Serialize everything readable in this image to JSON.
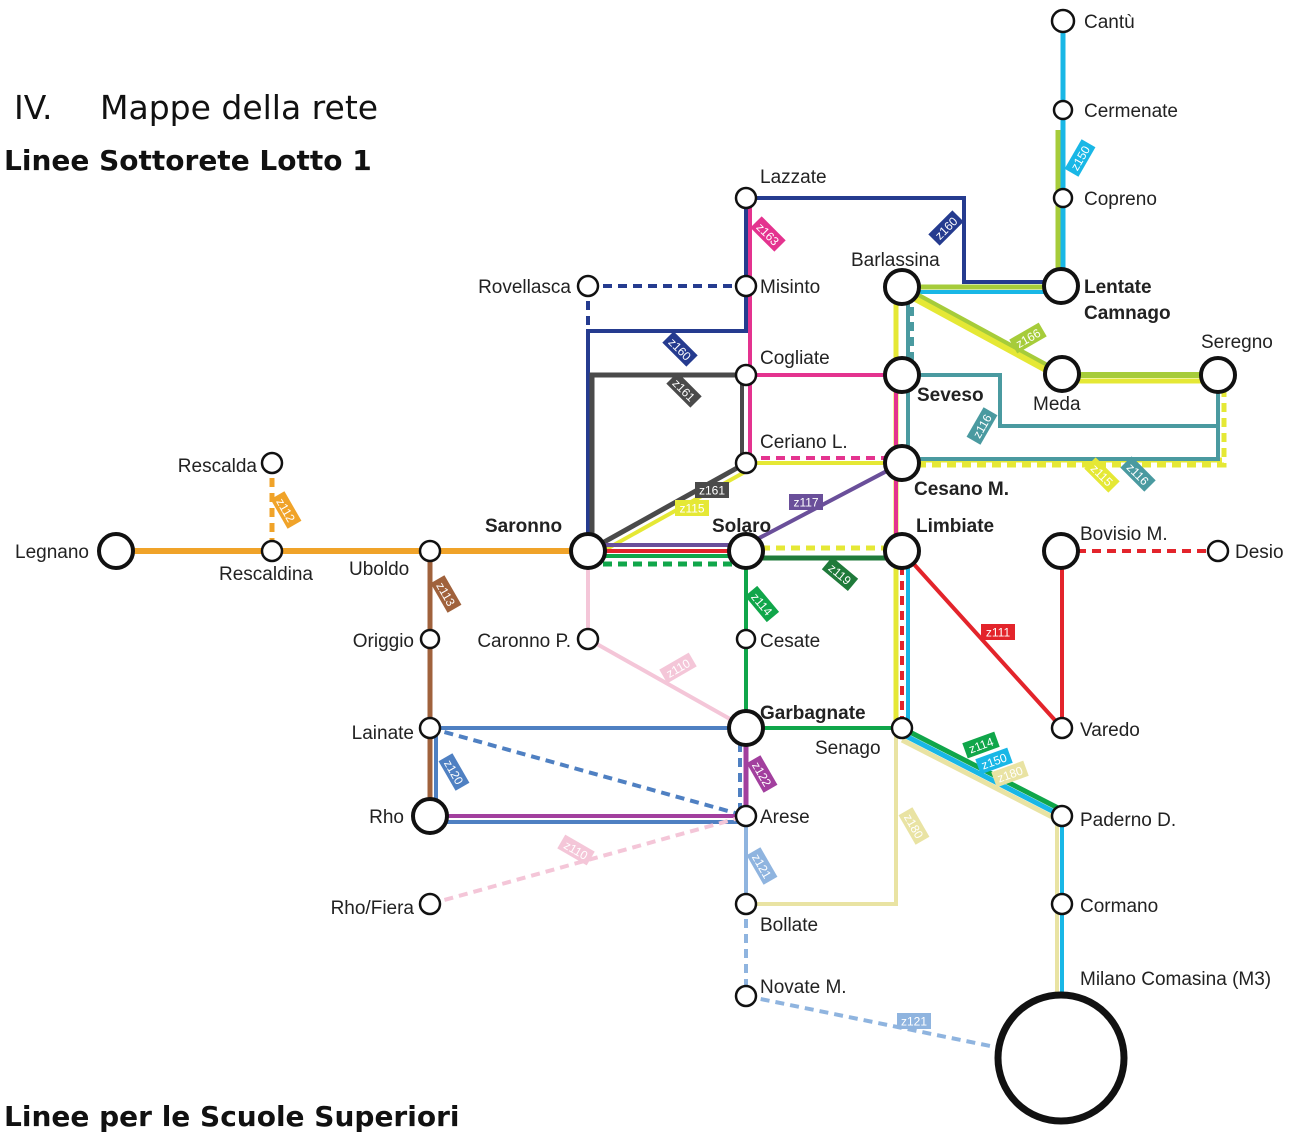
{
  "document": {
    "section_number": "IV.",
    "section_title": "Mappe della rete",
    "map_heading": "Linee Sottorete Lotto 1",
    "next_heading": "Linee per le Scuole Superiori"
  },
  "colors": {
    "z110": "#f4c6d8",
    "z111": "#e3242b",
    "z112": "#f0a329",
    "z113": "#a0623c",
    "z114": "#10a64a",
    "z115": "#e5e835",
    "z116": "#4a9aa0",
    "z117": "#6a4f9a",
    "z119": "#1f7a3a",
    "z120": "#4f80c2",
    "z121": "#8fb4df",
    "z122": "#a23f9e",
    "z150": "#19b7e6",
    "z160": "#253b8f",
    "z161": "#4a4a4a",
    "z163": "#e4338f",
    "z166": "#a6cc3a",
    "z180": "#e9e3a3",
    "station_stroke": "#111111"
  },
  "stations": [
    {
      "key": "cantu",
      "name": "Cantù"
    },
    {
      "key": "cermenate",
      "name": "Cermenate"
    },
    {
      "key": "copreno",
      "name": "Copreno"
    },
    {
      "key": "lazzate",
      "name": "Lazzate"
    },
    {
      "key": "barlassina",
      "name": "Barlassina"
    },
    {
      "key": "lentate",
      "name": "Lentate Camnago"
    },
    {
      "key": "rovellasca",
      "name": "Rovellasca"
    },
    {
      "key": "misinto",
      "name": "Misinto"
    },
    {
      "key": "cogliate",
      "name": "Cogliate"
    },
    {
      "key": "seveso",
      "name": "Seveso"
    },
    {
      "key": "meda",
      "name": "Meda"
    },
    {
      "key": "seregno",
      "name": "Seregno"
    },
    {
      "key": "ceriano",
      "name": "Ceriano L."
    },
    {
      "key": "cesano",
      "name": "Cesano M."
    },
    {
      "key": "rescalda",
      "name": "Rescalda"
    },
    {
      "key": "legnano",
      "name": "Legnano"
    },
    {
      "key": "rescaldina",
      "name": "Rescaldina"
    },
    {
      "key": "uboldo",
      "name": "Uboldo"
    },
    {
      "key": "saronno",
      "name": "Saronno"
    },
    {
      "key": "solaro",
      "name": "Solaro"
    },
    {
      "key": "limbiate",
      "name": "Limbiate"
    },
    {
      "key": "bovisio",
      "name": "Bovisio M."
    },
    {
      "key": "desio",
      "name": "Desio"
    },
    {
      "key": "origgio",
      "name": "Origgio"
    },
    {
      "key": "caronno",
      "name": "Caronno P."
    },
    {
      "key": "cesate",
      "name": "Cesate"
    },
    {
      "key": "garbagnate",
      "name": "Garbagnate"
    },
    {
      "key": "senago",
      "name": "Senago"
    },
    {
      "key": "varedo",
      "name": "Varedo"
    },
    {
      "key": "lainate",
      "name": "Lainate"
    },
    {
      "key": "rho",
      "name": "Rho"
    },
    {
      "key": "arese",
      "name": "Arese"
    },
    {
      "key": "paderno",
      "name": "Paderno D."
    },
    {
      "key": "rhofiera",
      "name": "Rho/Fiera"
    },
    {
      "key": "bollate",
      "name": "Bollate"
    },
    {
      "key": "cormano",
      "name": "Cormano"
    },
    {
      "key": "novate",
      "name": "Novate M."
    },
    {
      "key": "comasina",
      "name": "Milano Comasina (M3)"
    }
  ],
  "line_labels": [
    {
      "key": "z150a",
      "text": "z150",
      "color_key": "z150"
    },
    {
      "key": "z160a",
      "text": "z160",
      "color_key": "z160"
    },
    {
      "key": "z163a",
      "text": "z163",
      "color_key": "z163"
    },
    {
      "key": "z160b",
      "text": "z160",
      "color_key": "z160"
    },
    {
      "key": "z166a",
      "text": "z166",
      "color_key": "z166"
    },
    {
      "key": "z161a",
      "text": "z161",
      "color_key": "z161"
    },
    {
      "key": "z116a",
      "text": "z116",
      "color_key": "z116"
    },
    {
      "key": "z161b",
      "text": "z161",
      "color_key": "z161"
    },
    {
      "key": "z115a",
      "text": "z115",
      "color_key": "z115"
    },
    {
      "key": "z117a",
      "text": "z117",
      "color_key": "z117"
    },
    {
      "key": "z115b",
      "text": "z115",
      "color_key": "z115"
    },
    {
      "key": "z116b",
      "text": "z116",
      "color_key": "z116"
    },
    {
      "key": "z112a",
      "text": "z112",
      "color_key": "z112"
    },
    {
      "key": "z113a",
      "text": "z113",
      "color_key": "z113"
    },
    {
      "key": "z119a",
      "text": "z119",
      "color_key": "z119"
    },
    {
      "key": "z114a",
      "text": "z114",
      "color_key": "z114"
    },
    {
      "key": "z111a",
      "text": "z111",
      "color_key": "z111"
    },
    {
      "key": "z110a",
      "text": "z110",
      "color_key": "z110"
    },
    {
      "key": "z120a",
      "text": "z120",
      "color_key": "z120"
    },
    {
      "key": "z122a",
      "text": "z122",
      "color_key": "z122"
    },
    {
      "key": "z114b",
      "text": "z114",
      "color_key": "z114"
    },
    {
      "key": "z150b",
      "text": "z150",
      "color_key": "z150"
    },
    {
      "key": "z180a",
      "text": "z180",
      "color_key": "z180"
    },
    {
      "key": "z110b",
      "text": "z110",
      "color_key": "z110"
    },
    {
      "key": "z180b",
      "text": "z180",
      "color_key": "z180"
    },
    {
      "key": "z121a",
      "text": "z121",
      "color_key": "z121"
    },
    {
      "key": "z121b",
      "text": "z121",
      "color_key": "z121"
    }
  ]
}
